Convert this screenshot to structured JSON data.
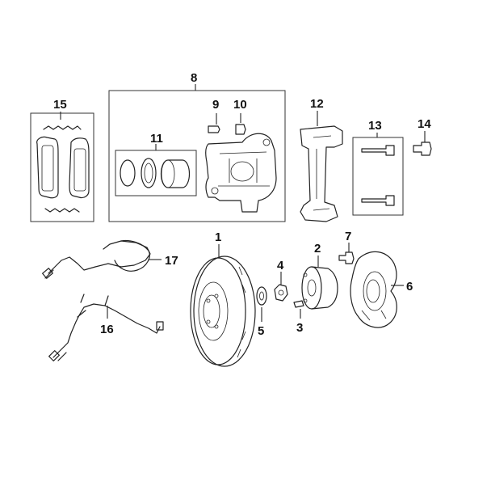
{
  "callouts": {
    "c1": "1",
    "c2": "2",
    "c3": "3",
    "c4": "4",
    "c5": "5",
    "c6": "6",
    "c7": "7",
    "c8": "8",
    "c9": "9",
    "c10": "10",
    "c11": "11",
    "c12": "12",
    "c13": "13",
    "c14": "14",
    "c15": "15",
    "c16": "16",
    "c17": "17"
  },
  "colors": {
    "line": "#222222",
    "background": "#ffffff"
  }
}
